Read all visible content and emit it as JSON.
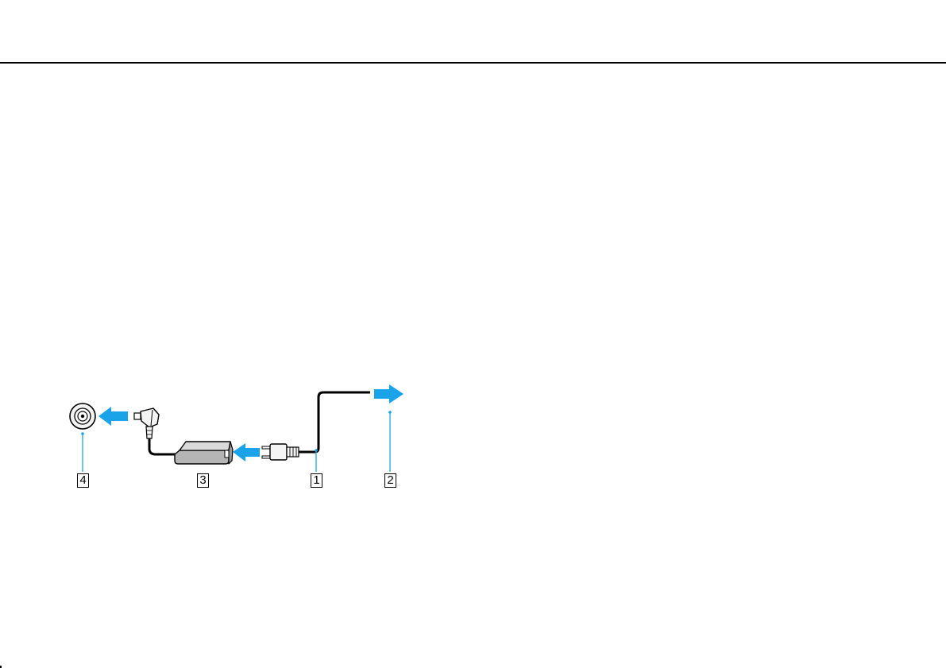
{
  "page": {
    "accent_color": "#1aa3e8",
    "rule_color": "#000000"
  },
  "figure": {
    "icons": [
      "dc-in-port-icon",
      "arrow-left-icon",
      "dc-plug-icon",
      "ac-adapter-icon",
      "power-cord-plug-icon",
      "power-cord-icon",
      "arrow-right-icon"
    ],
    "callouts": [
      {
        "id": "callout-1",
        "label": "1"
      },
      {
        "id": "callout-2",
        "label": "2"
      },
      {
        "id": "callout-3",
        "label": "3"
      },
      {
        "id": "callout-4",
        "label": "4"
      }
    ]
  }
}
